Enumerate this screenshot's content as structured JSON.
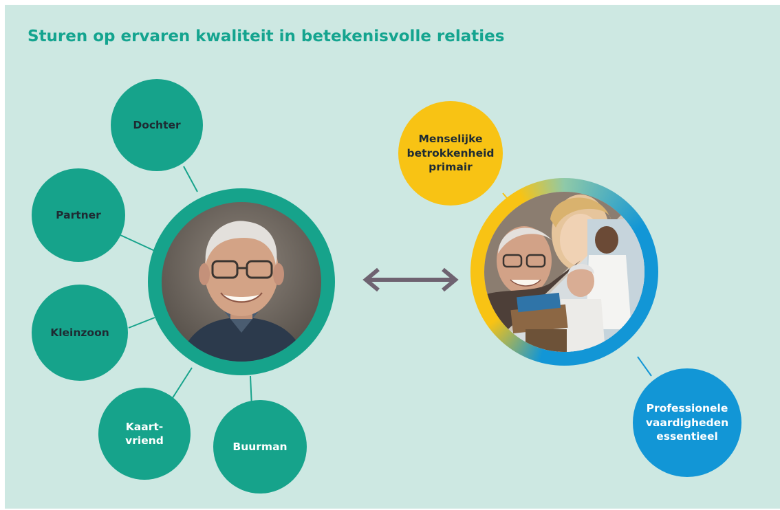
{
  "title": "Sturen op ervaren kwaliteit in betekenisvolle relaties",
  "left_group": {
    "nodes": [
      {
        "id": "dochter",
        "label": "Dochter"
      },
      {
        "id": "partner",
        "label": "Partner"
      },
      {
        "id": "kleinzoon",
        "label": "Kleinzoon"
      },
      {
        "id": "kaartvriend",
        "label": "Kaart-\nvriend"
      },
      {
        "id": "buurman",
        "label": "Buurman"
      }
    ],
    "center_photo": "elderly-man-portrait"
  },
  "right_group": {
    "top_node": {
      "label": "Menselijke\nbetrokkenheid\nprimair"
    },
    "bottom_node": {
      "label": "Professionele\nvaardigheden\nessentieel"
    },
    "center_photo": "elderly-man-with-caregivers"
  },
  "colors": {
    "background": "#cde8e2",
    "teal": "#16a38b",
    "title": "#14a48f",
    "yellow": "#f8c314",
    "blue": "#1296d6",
    "arrow": "#6e6270",
    "dark_text": "#1e2b33"
  },
  "icons": {
    "arrow": "double-headed-arrow-icon"
  }
}
